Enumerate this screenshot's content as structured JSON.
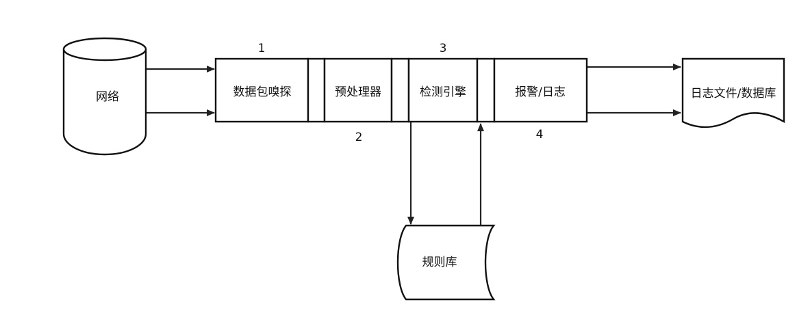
{
  "nodes": {
    "network": "网络",
    "sniffer": "数据包嗅探",
    "preprocessor": "预处理器",
    "engine": "检测引擎",
    "alert_log": "报警/日志",
    "storage": "日志文件/数据库",
    "rules": "规则库"
  },
  "step_numbers": {
    "n1": "1",
    "n2": "2",
    "n3": "3",
    "n4": "4"
  },
  "colors": {
    "stroke": "#111111",
    "background": "#ffffff"
  }
}
